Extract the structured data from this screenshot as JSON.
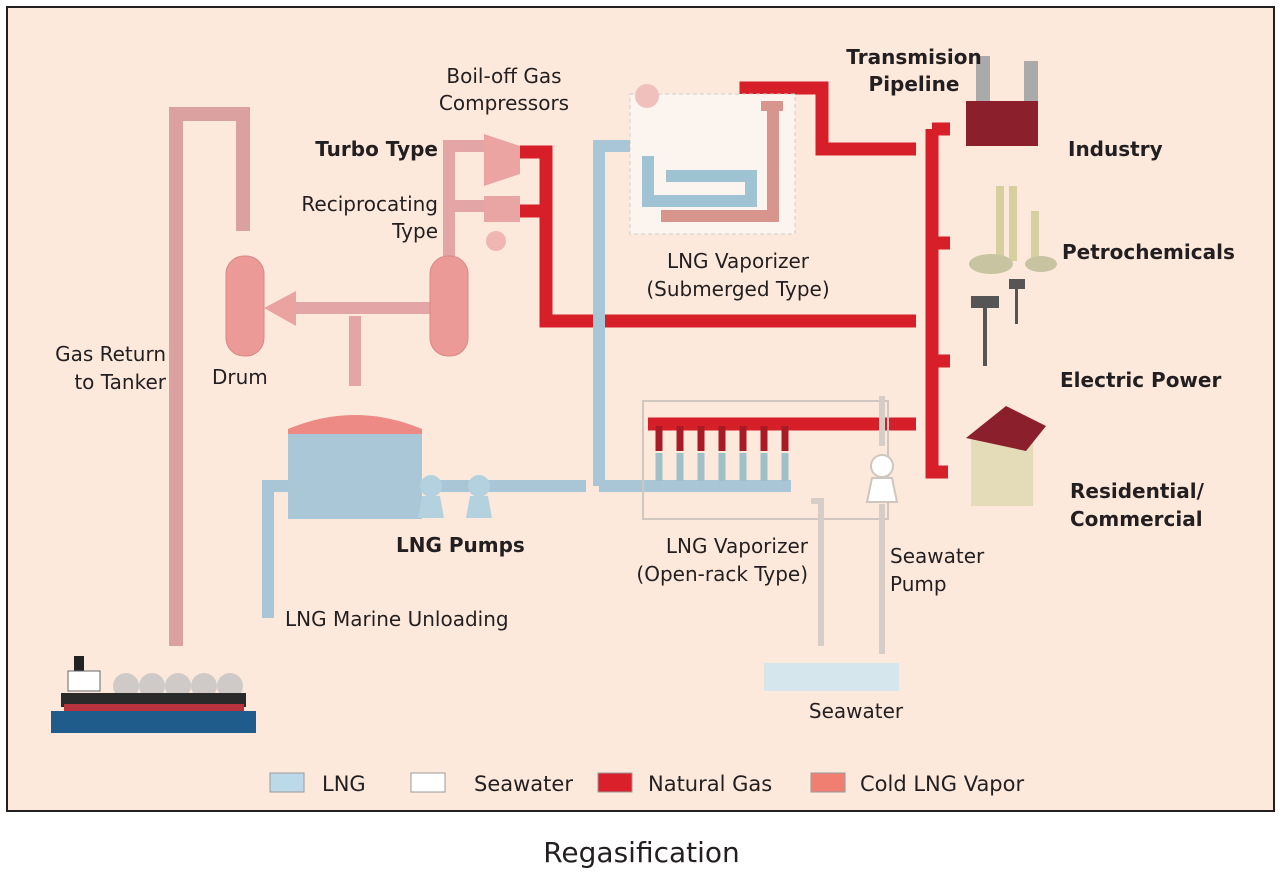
{
  "diagram": {
    "caption": "Regasification",
    "colors": {
      "background": "#fce9dc",
      "lng": "#b8d4e0",
      "seawater": "#ffffff",
      "natural_gas": "#d9202b",
      "cold_lng_vapor": "#f07f72",
      "vapor_pipe": "#e0a0a0"
    },
    "labels": {
      "boil_off_line1": "Boil-off Gas",
      "boil_off_line2": "Compressors",
      "turbo_type": "Turbo Type",
      "reciprocating_line1": "Reciprocating",
      "reciprocating_line2": "Type",
      "gas_return_line1": "Gas Return",
      "gas_return_line2": "to Tanker",
      "drum": "Drum",
      "submerged_line1": "LNG Vaporizer",
      "submerged_line2": "(Submerged Type)",
      "transmission_line1": "Transmision",
      "transmission_line2": "Pipeline",
      "lng_pumps": "LNG Pumps",
      "marine_unloading": "LNG Marine Unloading",
      "open_rack_line1": "LNG Vaporizer",
      "open_rack_line2": "(Open-rack Type)",
      "seawater_pump_line1": "Seawater",
      "seawater_pump_line2": "Pump",
      "seawater": "Seawater"
    },
    "consumers": [
      {
        "label": "Industry",
        "icon": "factory-icon"
      },
      {
        "label": "Petrochemicals",
        "icon": "refinery-icon"
      },
      {
        "label": "Electric Power",
        "icon": "power-pylon-icon"
      },
      {
        "label": "Residential/",
        "label2": "Commercial",
        "icon": "house-icon"
      }
    ],
    "legend": [
      {
        "label": "LNG",
        "color": "#bcd9ea"
      },
      {
        "label": "Seawater",
        "color": "#ffffff"
      },
      {
        "label": "Natural Gas",
        "color": "#d9202b"
      },
      {
        "label": "Cold LNG Vapor",
        "color": "#f07f72"
      }
    ]
  }
}
